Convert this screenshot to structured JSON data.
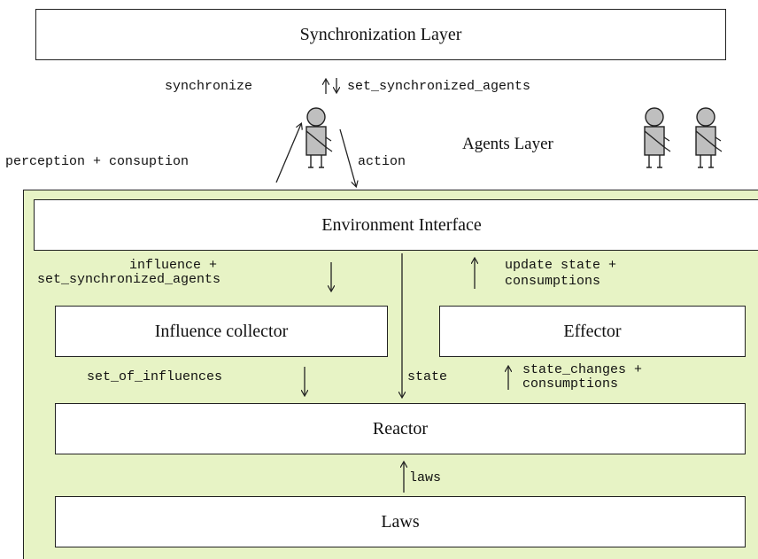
{
  "colors": {
    "environment_fill": "#E7F3C5",
    "border": "#222222",
    "agent_fill": "#BFBFBF"
  },
  "synchronization_layer": {
    "title": "Synchronization Layer"
  },
  "sync_arrows": {
    "up_label": "synchronize",
    "down_label": "set_synchronized_agents"
  },
  "agents_layer": {
    "title": "Agents Layer",
    "left_label": "perception + consuption",
    "right_label": "action",
    "agent_icon": "agent-figure-icon",
    "agent_count": 3
  },
  "environment": {
    "interface_title": "Environment Interface",
    "influence_label_line1": "influence +",
    "influence_label_line2": "set_synchronized_agents",
    "update_label_line1": "update state +",
    "update_label_line2": "consumptions",
    "influence_collector": "Influence collector",
    "effector": "Effector",
    "set_of_influences": "set_of_influences",
    "state_label": "state",
    "state_changes_line1": "state_changes +",
    "state_changes_line2": "consumptions",
    "reactor": "Reactor",
    "laws_label": "laws",
    "laws": "Laws"
  }
}
